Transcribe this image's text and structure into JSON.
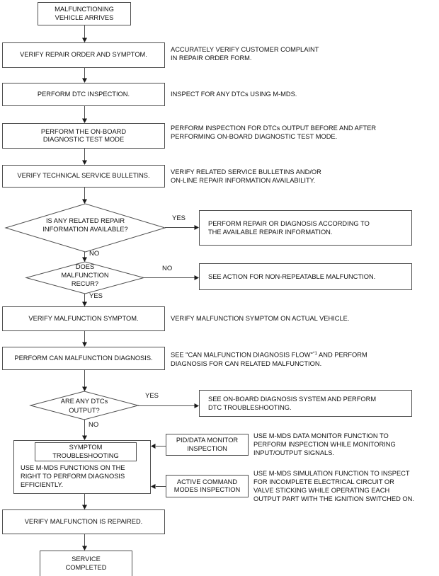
{
  "nodes": {
    "start": {
      "label": "MALFUNCTIONING\nVEHICLE ARRIVES"
    },
    "verify_repair_order": {
      "label": "VERIFY REPAIR ORDER AND SYMPTOM.",
      "note": "ACCURATELY VERIFY CUSTOMER COMPLAINT\nIN REPAIR ORDER FORM."
    },
    "perform_dtc_inspection": {
      "label": "PERFORM DTC INSPECTION.",
      "note": "INSPECT FOR ANY DTCs USING M-MDS."
    },
    "on_board_diagnostic_test": {
      "label": "PERFORM THE ON-BOARD\nDIAGNOSTIC TEST MODE",
      "note": "PERFORM INSPECTION FOR DTCs OUTPUT BEFORE AND AFTER\nPERFORMING ON-BOARD DIAGNOSTIC TEST MODE."
    },
    "verify_service_bulletins": {
      "label": "VERIFY TECHNICAL SERVICE BULLETINS.",
      "note": "VERIFY RELATED SERVICE BULLETINS AND/OR\nON-LINE REPAIR INFORMATION AVAILABILITY."
    },
    "decision_repair_info": {
      "label": "IS ANY RELATED REPAIR\nINFORMATION AVAILABLE?",
      "yes_label": "YES",
      "no_label": "NO",
      "yes_action": "PERFORM REPAIR OR DIAGNOSIS ACCORDING TO\nTHE AVAILABLE REPAIR INFORMATION."
    },
    "decision_malfunction_recur": {
      "label": "DOES\nMALFUNCTION\nRECUR?",
      "yes_label": "YES",
      "no_label": "NO",
      "no_action": "SEE ACTION FOR NON-REPEATABLE MALFUNCTION."
    },
    "verify_malfunction_symptom": {
      "label": "VERIFY MALFUNCTION SYMPTOM.",
      "note": "VERIFY MALFUNCTION SYMPTOM ON ACTUAL VEHICLE."
    },
    "perform_can_diagnosis": {
      "label": "PERFORM CAN MALFUNCTION DIAGNOSIS.",
      "note_line1_pre": "SEE \"CAN MALFUNCTION DIAGNOSIS FLOW\"",
      "note_line1_sup": "*1",
      "note_line1_post": " AND PERFORM",
      "note_line2": "DIAGNOSIS FOR CAN RELATED MALFUNCTION."
    },
    "decision_dtcs_output": {
      "label": "ARE ANY DTCs\nOUTPUT?",
      "yes_label": "YES",
      "no_label": "NO",
      "yes_action": "SEE ON-BOARD DIAGNOSIS SYSTEM AND PERFORM\nDTC TROUBLESHOOTING."
    },
    "symptom_troubleshooting": {
      "title": "SYMPTOM\nTROUBLESHOOTING",
      "body": "USE M-MDS FUNCTIONS ON THE\nRIGHT TO PERFORM DIAGNOSIS\nEFFICIENTLY."
    },
    "pid_data_monitor": {
      "label": "PID/DATA MONITOR\nINSPECTION",
      "note": "USE M-MDS DATA MONITOR FUNCTION TO\nPERFORM INSPECTION WHILE MONITORING\nINPUT/OUTPUT SIGNALS."
    },
    "active_command_modes": {
      "label": "ACTIVE COMMAND\nMODES INSPECTION",
      "note": "USE M-MDS SIMULATION FUNCTION TO INSPECT\nFOR INCOMPLETE ELECTRICAL CIRCUIT OR\nVALVE STICKING WHILE OPERATING EACH\nOUTPUT PART WITH THE IGNITION SWITCHED ON."
    },
    "verify_repaired": {
      "label": "VERIFY MALFUNCTION IS REPAIRED."
    },
    "end": {
      "label": "SERVICE\nCOMPLETED"
    }
  },
  "colors": {
    "background": "#ffffff",
    "box_border": "#4f4f4f",
    "line": "#4f4f4f",
    "arrowhead": "#1a1a1a",
    "text": "#111111"
  }
}
